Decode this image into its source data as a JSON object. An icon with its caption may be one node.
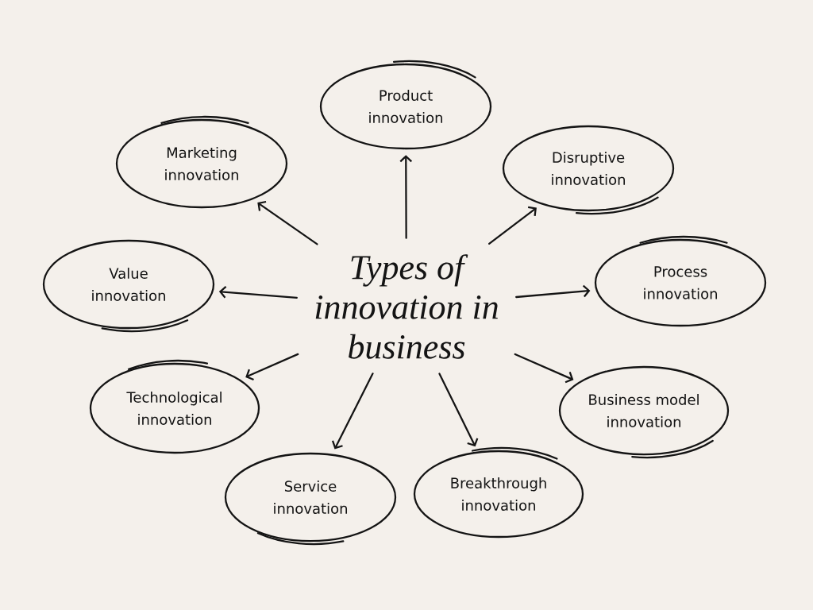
{
  "diagram": {
    "nodes": [
      {
        "text": [
          "Types of innovation in business"
        ]
      },
      {
        "text": [
          "Product innovation"
        ]
      },
      {
        "text": [
          "Disruptive innovation"
        ]
      },
      {
        "text": [
          "Process innovation"
        ]
      },
      {
        "text": [
          "Business model innovation"
        ]
      },
      {
        "text": [
          "Breakthrough innovation"
        ]
      },
      {
        "text": [
          "Service innovation"
        ]
      },
      {
        "text": [
          "Technological innovation"
        ]
      },
      {
        "text": [
          "Value innovation"
        ]
      },
      {
        "text": [
          "Marketing innovation"
        ]
      }
    ],
    "edges": [
      {
        "from": 0,
        "to": 1,
        "arrow": "to"
      },
      {
        "from": 0,
        "to": 2,
        "arrow": "to"
      },
      {
        "from": 0,
        "to": 3,
        "arrow": "to"
      },
      {
        "from": 0,
        "to": 4,
        "arrow": "to"
      },
      {
        "from": 0,
        "to": 5,
        "arrow": "to"
      },
      {
        "from": 0,
        "to": 6,
        "arrow": "to"
      },
      {
        "from": 0,
        "to": 7,
        "arrow": "to"
      },
      {
        "from": 0,
        "to": 8,
        "arrow": "to"
      },
      {
        "from": 0,
        "to": 9,
        "arrow": "to"
      }
    ]
  }
}
